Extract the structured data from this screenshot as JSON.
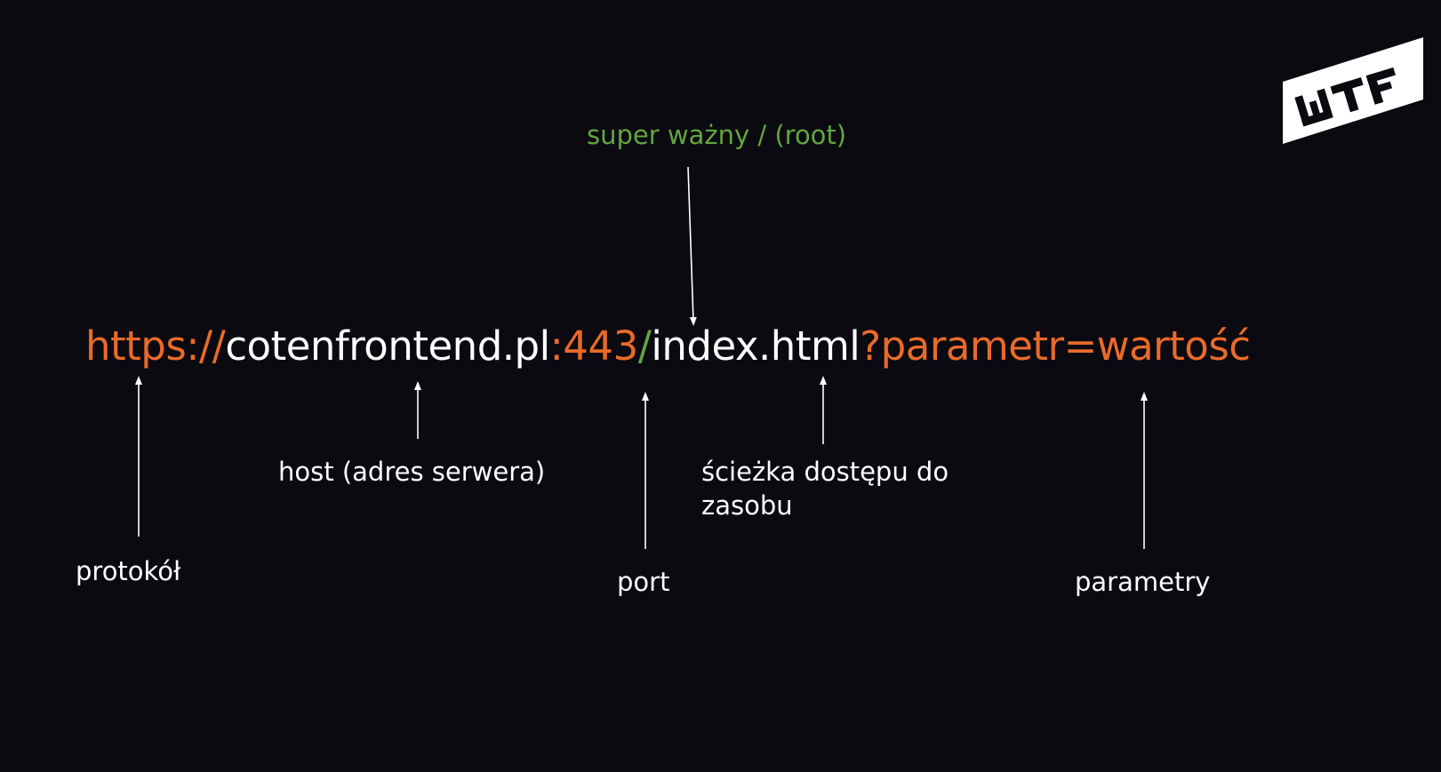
{
  "url": {
    "protocol": "https://",
    "host": "cotenfrontend.pl",
    "port": ":443",
    "root": "/",
    "path": "index.html",
    "params": "?parametr=wartość"
  },
  "labels": {
    "root": "super ważny / (root)",
    "protocol": "protokół",
    "host": "host (adres serwera)",
    "port": "port",
    "path": "ścieżka dostępu do zasobu",
    "params": "parametry"
  },
  "logo": {
    "text": "WTF"
  },
  "colors": {
    "background": "#0b0a10",
    "orange": "#ea6a2a",
    "green": "#63a53f",
    "white": "#ffffff"
  }
}
